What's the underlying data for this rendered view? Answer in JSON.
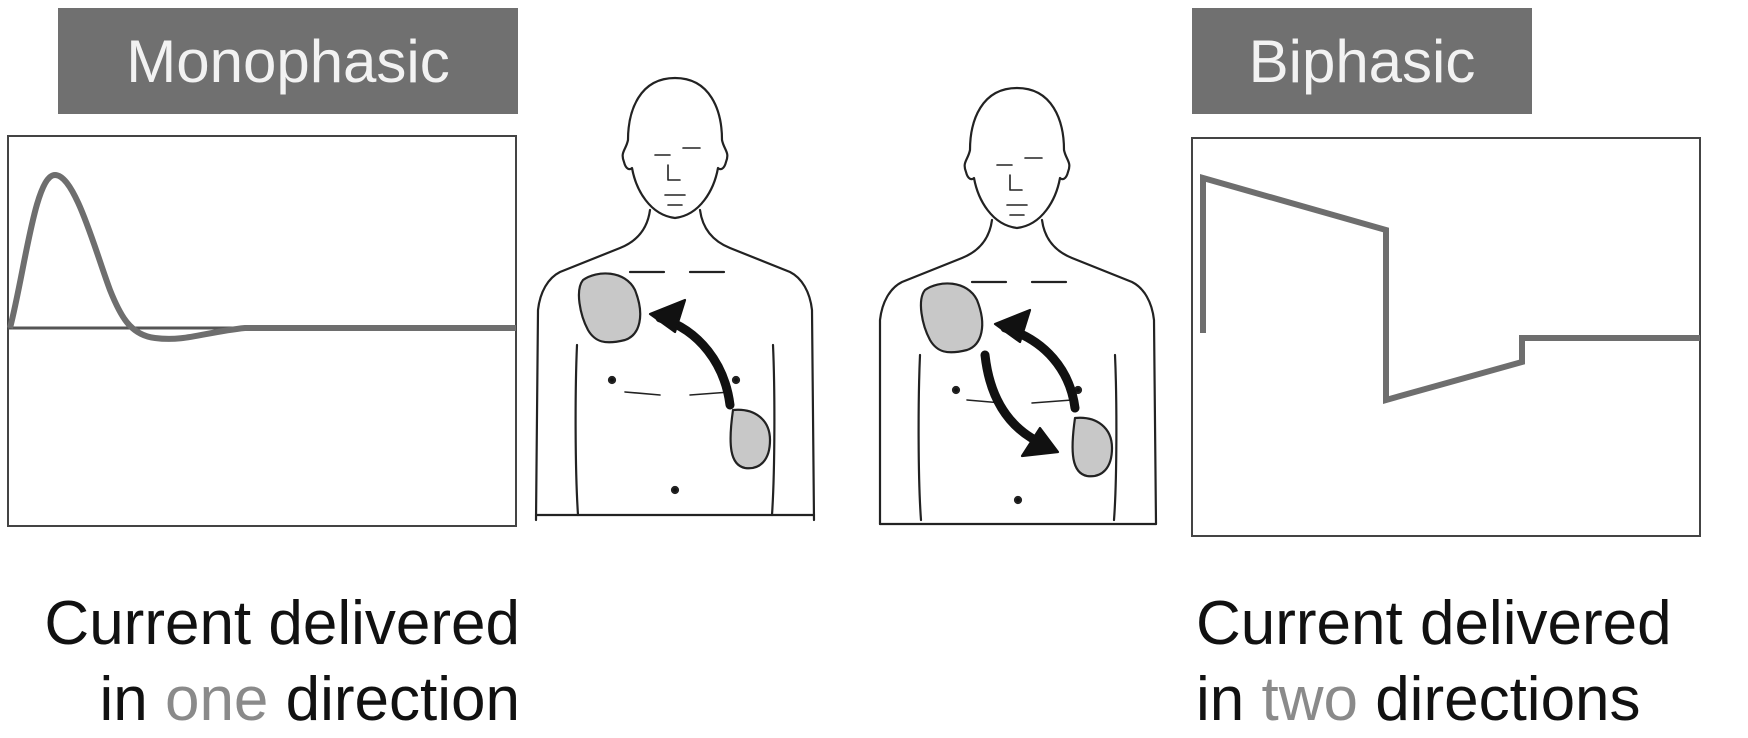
{
  "monophasic": {
    "label": "Monophasic",
    "caption_line1": "Current delivered",
    "caption_line2_pre": "in ",
    "caption_line2_accent": "one",
    "caption_line2_post": " direction"
  },
  "biphasic": {
    "label": "Biphasic",
    "caption_line1": "Current delivered",
    "caption_line2_pre": "in ",
    "caption_line2_accent": "two",
    "caption_line2_post": " directions"
  },
  "colors": {
    "label_bg": "#707070",
    "waveform": "#6e6e6e",
    "pad_fill": "#c8c8c8",
    "arrow": "#111111",
    "accent_text": "#8a8a8a"
  }
}
